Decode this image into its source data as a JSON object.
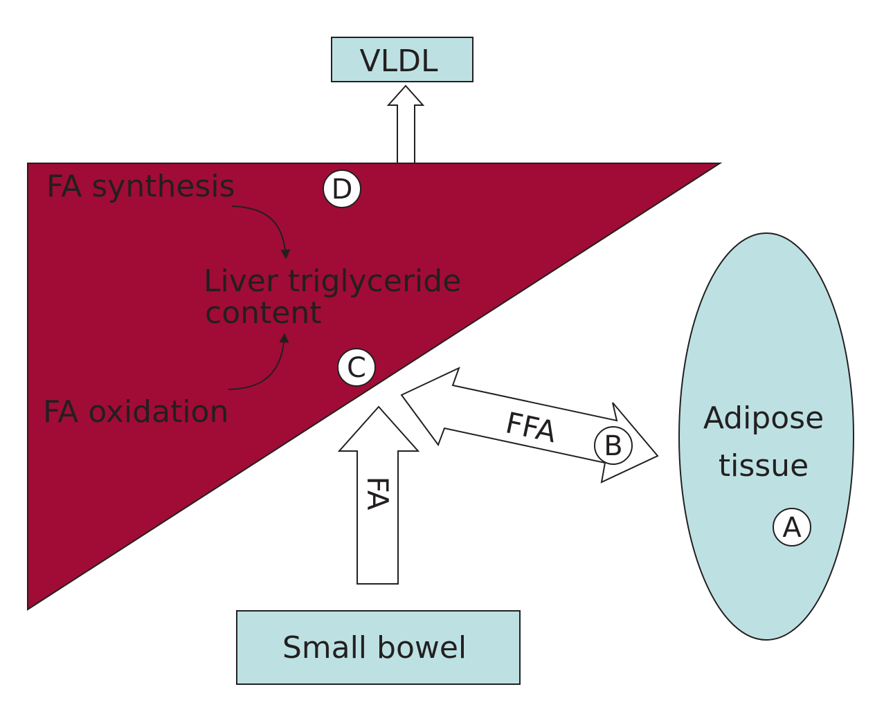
{
  "labels": {
    "vldl": "VLDL",
    "fa_synthesis": "FA synthesis",
    "liver_tg_line1": "Liver triglyceride",
    "liver_tg_line2": "content",
    "fa_oxidation": "FA oxidation",
    "small_bowel": "Small bowel",
    "adipose_line1": "Adipose",
    "adipose_line2": "tissue",
    "fa_arrow": "FA",
    "ffa_arrow": "FFA"
  },
  "markers": {
    "a": "A",
    "b": "B",
    "c": "C",
    "d": "D"
  },
  "colors": {
    "liver": "#a00c35",
    "box_fill": "#bde1e3",
    "stroke": "#231f20",
    "text": "#231f20"
  }
}
